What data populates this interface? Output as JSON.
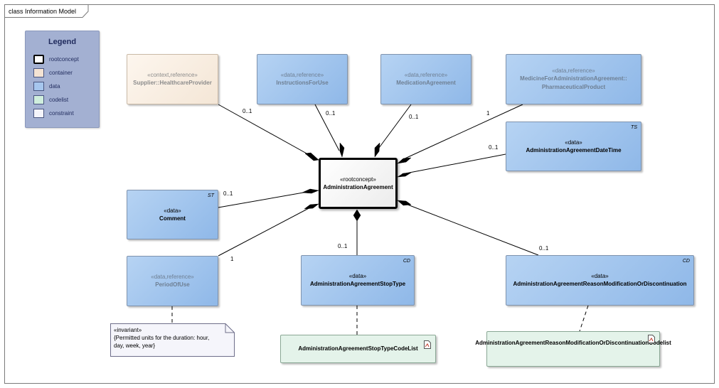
{
  "frame": {
    "title": "class Information Model"
  },
  "legend": {
    "title": "Legend",
    "items": [
      {
        "label": "rootconcept",
        "color": "#ffffff"
      },
      {
        "label": "container",
        "color": "#f4e3d3"
      },
      {
        "label": "data",
        "color": "#a6c6ee"
      },
      {
        "label": "codelist",
        "color": "#cfeedd"
      },
      {
        "label": "constraint",
        "color": "#f5f5fb"
      }
    ]
  },
  "root": {
    "stereotype": "«rootconcept»",
    "name": "AdministrationAgreement"
  },
  "classes": {
    "supplier": {
      "stereotype": "«context,reference»",
      "name": "Supplier::HealthcareProvider"
    },
    "instructions": {
      "stereotype": "«data,reference»",
      "name": "InstructionsForUse"
    },
    "medication": {
      "stereotype": "«data,reference»",
      "name": "MedicationAgreement"
    },
    "pharma": {
      "stereotype": "«data,reference»",
      "name_line1": "MedicineForAdministrationAgreement::",
      "name_line2": "PharmaceuticalProduct"
    },
    "datetime": {
      "stereotype": "«data»",
      "name": "AdministrationAgreementDateTime",
      "type_tag": "TS"
    },
    "comment": {
      "stereotype": "«data»",
      "name": "Comment",
      "type_tag": "ST"
    },
    "period": {
      "stereotype": "«data,reference»",
      "name": "PeriodOfUse"
    },
    "stoptype": {
      "stereotype": "«data»",
      "name": "AdministrationAgreementStopType",
      "type_tag": "CD"
    },
    "reason": {
      "stereotype": "«data»",
      "name": "AdministrationAgreementReasonModificationOrDiscontinuation",
      "type_tag": "CD"
    }
  },
  "codelists": {
    "stoptype": {
      "name": "AdministrationAgreementStopTypeCodeList"
    },
    "reason": {
      "name": "AdministrationAgreementReasonModificationOrDiscontinuationCodelist"
    }
  },
  "multiplicities": {
    "supplier": "0..1",
    "instructions": "0..1",
    "medication": "0..1",
    "pharma": "1",
    "datetime": "0..1",
    "comment": "0..1",
    "period": "1",
    "stoptype": "0..1",
    "reason": "0..1"
  },
  "note": {
    "line1": "«invariant»",
    "line2": "{Permitted units for the duration: hour,",
    "line3": "day, week, year}"
  }
}
